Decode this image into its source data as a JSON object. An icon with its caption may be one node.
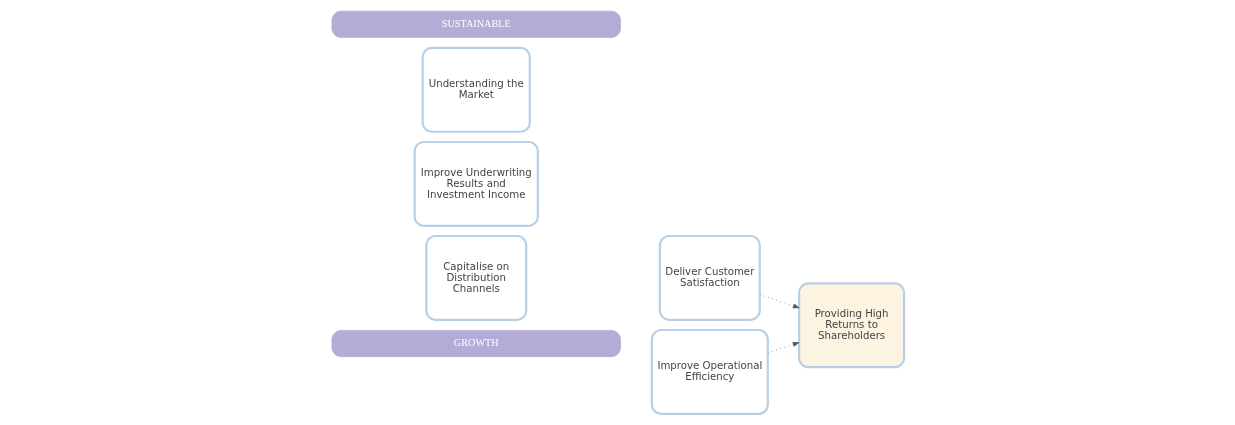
{
  "diagram": {
    "nodes": [
      {
        "text": [
          "SUSTAINABLE"
        ]
      },
      {
        "text": [
          "Understanding the Market"
        ]
      },
      {
        "text": [
          "Improve Underwriting Results and Investment Income"
        ]
      },
      {
        "text": [
          "Capitalise on Distribution Channels"
        ]
      },
      {
        "text": [
          "GROWTH"
        ]
      },
      {
        "text": [
          "Deliver Customer Satisfaction"
        ]
      },
      {
        "text": [
          "Improve Operational Efficiency"
        ]
      },
      {
        "text": [
          "Providing High Returns to Shareholders"
        ]
      }
    ],
    "edges": [
      {
        "from": 5,
        "to": 7,
        "arrow": "to",
        "style": "dashed"
      },
      {
        "from": 6,
        "to": 7,
        "arrow": "to",
        "style": "dashed"
      }
    ]
  }
}
